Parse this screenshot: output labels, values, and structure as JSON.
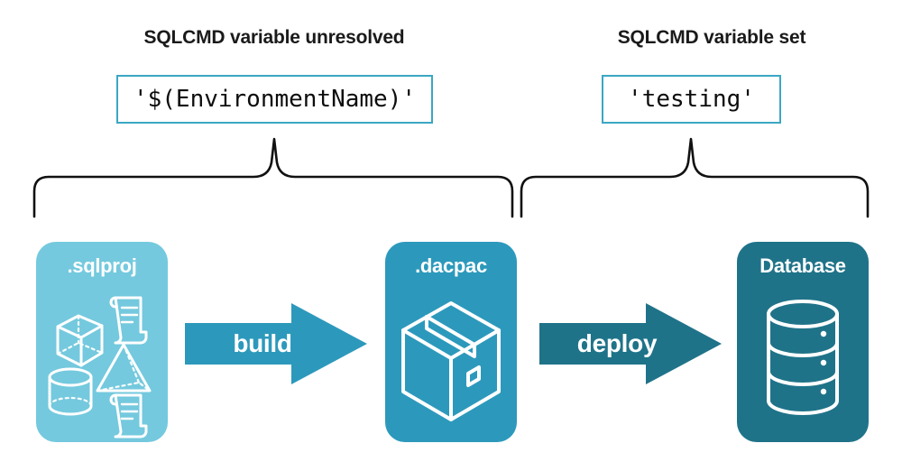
{
  "diagram": {
    "title_left": "SQLCMD variable unresolved",
    "title_right": "SQLCMD variable set",
    "code_left": "'$(EnvironmentName)'",
    "code_right": "'testing'",
    "colors": {
      "sqlproj_card": "#74c9de",
      "dacpac_card": "#2c99bc",
      "database_card": "#1f7389",
      "build_arrow": "#2c99bc",
      "deploy_arrow": "#1f7389",
      "code_border": "#3ba7c4",
      "brace_stroke": "#111111",
      "text_dark": "#1a1a1a",
      "icon_white": "#ffffff",
      "background": "#ffffff"
    },
    "cards": [
      {
        "id": "sqlproj",
        "label": ".sqlproj",
        "icons": [
          "cube-icon",
          "scroll-icon",
          "pyramid-icon",
          "cylinder-icon",
          "scroll-icon"
        ]
      },
      {
        "id": "dacpac",
        "label": ".dacpac",
        "icons": [
          "package-box-icon"
        ]
      },
      {
        "id": "database",
        "label": "Database",
        "icons": [
          "database-cylinder-icon"
        ]
      }
    ],
    "arrows": [
      {
        "id": "build",
        "label": "build"
      },
      {
        "id": "deploy",
        "label": "deploy"
      }
    ],
    "braces": [
      {
        "id": "left-brace",
        "spans": "sqlproj-to-dacpac"
      },
      {
        "id": "right-brace",
        "spans": "dacpac-to-database"
      }
    ]
  }
}
